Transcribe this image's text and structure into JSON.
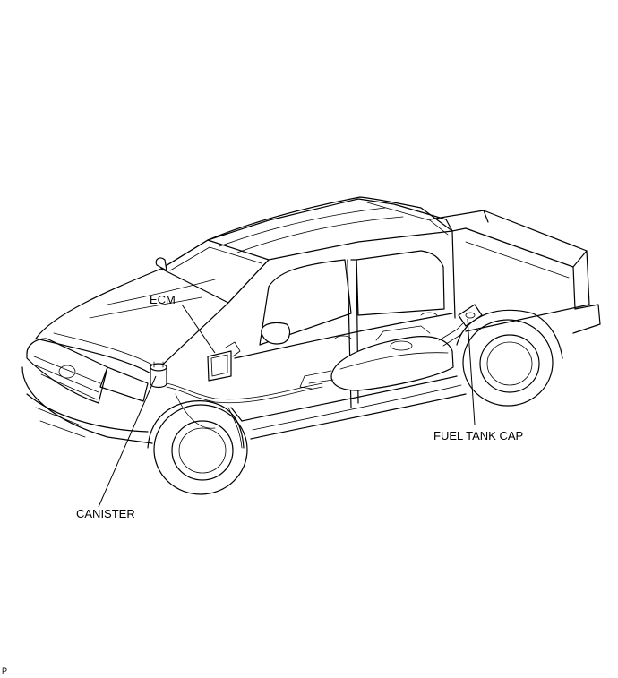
{
  "labels": {
    "ecm": "ECM",
    "canister": "CANISTER",
    "fuel_tank_cap": "FUEL TANK CAP",
    "code": "P"
  }
}
